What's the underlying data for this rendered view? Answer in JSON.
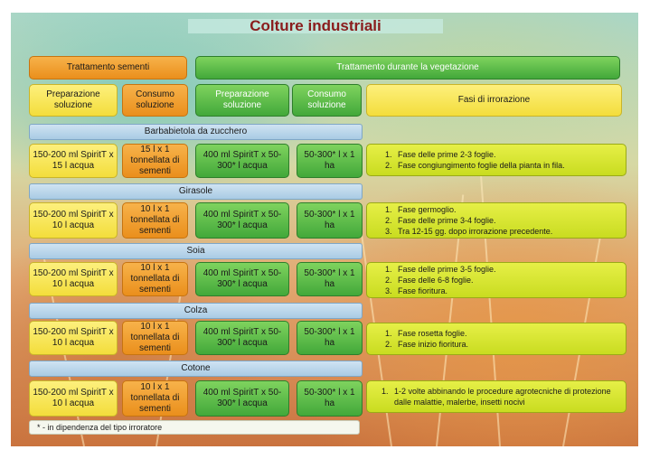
{
  "title": "Colture industriali",
  "headers": {
    "seed_treatment": "Trattamento sementi",
    "vegetation_treatment": "Trattamento durante la vegetazione",
    "prep_solution_seed": "Preparazione soluzione",
    "consumption_seed": "Consumo soluzione",
    "prep_solution_veg": "Preparazione soluzione",
    "consumption_veg": "Consumo soluzione",
    "spray_phases": "Fasi di irrorazione"
  },
  "crops": [
    {
      "name": "Barbabietola da zucchero",
      "seed_prep": "150-200 ml SpiritT x 15 l acqua",
      "seed_consumption": "15 l x 1 tonnellata di sementi",
      "veg_prep": "400 ml SpiritT x 50-300* l acqua",
      "veg_consumption": "50-300* l x 1 ha",
      "phases": [
        "Fase delle prime 2-3 foglie.",
        "Fase congiungimento foglie della pianta in fila."
      ]
    },
    {
      "name": "Girasole",
      "seed_prep": "150-200 ml SpiritT x 10 l acqua",
      "seed_consumption": "10 l x 1 tonnellata di sementi",
      "veg_prep": "400 ml SpiritT x 50-300* l acqua",
      "veg_consumption": "50-300* l x 1 ha",
      "phases": [
        "Fase germoglio.",
        "Fase delle prime 3-4 foglie.",
        "Tra 12-15 gg. dopo irrorazione precedente."
      ]
    },
    {
      "name": "Soia",
      "seed_prep": "150-200 ml SpiritT x 10 l acqua",
      "seed_consumption": "10 l x 1 tonnellata di sementi",
      "veg_prep": "400 ml SpiritT x 50-300* l acqua",
      "veg_consumption": "50-300* l x 1 ha",
      "phases": [
        "Fase delle prime 3-5 foglie.",
        "Fase delle 6-8 foglie.",
        "Fase fioritura."
      ]
    },
    {
      "name": "Colza",
      "seed_prep": "150-200 ml SpiritT x 10 l acqua",
      "seed_consumption": "10 l x 1 tonnellata di sementi",
      "veg_prep": "400 ml SpiritT x 50-300* l acqua",
      "veg_consumption": "50-300* l x 1 ha",
      "phases": [
        "Fase rosetta foglie.",
        "Fase inizio fioritura."
      ]
    },
    {
      "name": "Cotone",
      "seed_prep": "150-200 ml SpiritT x 10 l acqua",
      "seed_consumption": "10 l x 1 tonnellata di sementi",
      "veg_prep": "400 ml SpiritT x 50-300* l acqua",
      "veg_consumption": "50-300* l x 1 ha",
      "phases": [
        "1-2 volte abbinando le procedure agrotecniche di protezione dalle malattie, malerbe, insetti nocivi"
      ]
    }
  ],
  "footnote": "* - in dipendenza del tipo irroratore"
}
